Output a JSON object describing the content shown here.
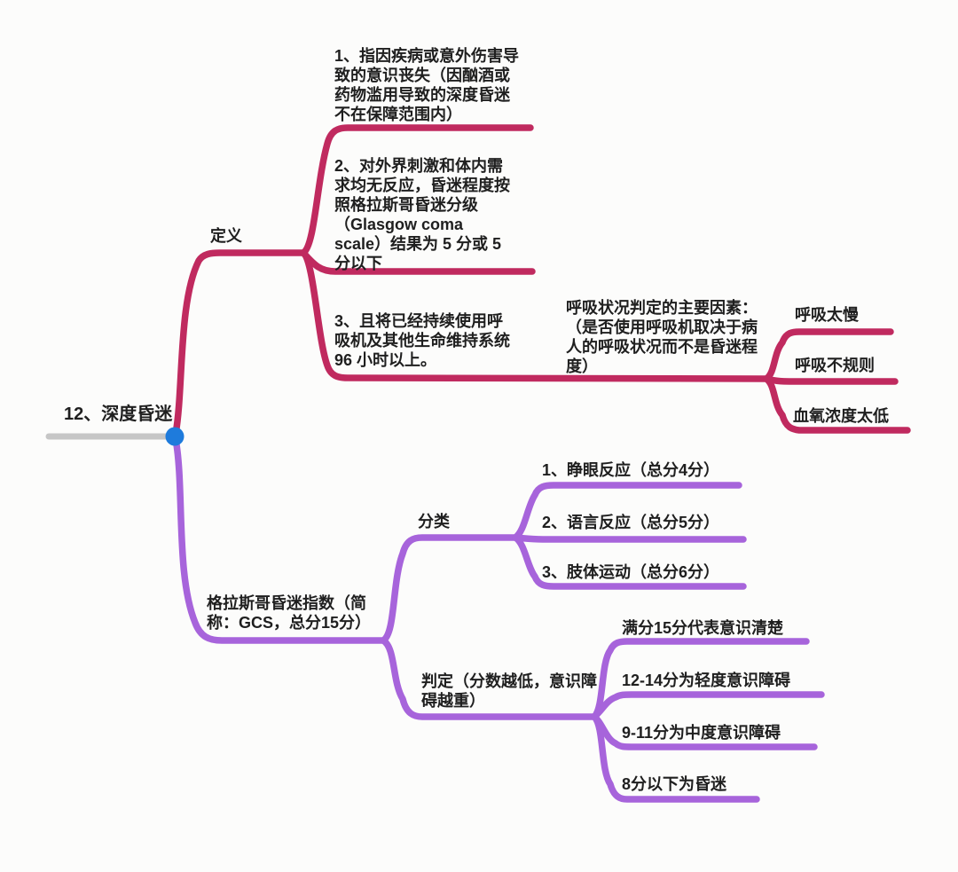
{
  "colors": {
    "definition_branch": "#C02A5F",
    "gcs_branch": "#A764DB",
    "root_connector": "#C6C6C6",
    "root_dot": "#1E7BDC",
    "text": "#1F1F1F",
    "background": "#FCFCFB"
  },
  "root": {
    "label": "12、深度昏迷"
  },
  "branches": [
    {
      "label": "定义",
      "children": [
        {
          "text": "1、指因疾病或意外伤害导\n致的意识丧失（因酗酒或\n药物滥用导致的深度昏迷\n不在保障范围内）"
        },
        {
          "text": "2、对外界刺激和体内需\n求均无反应，昏迷程度按\n照格拉斯哥昏迷分级\n（Glasgow coma\nscale）结果为 5 分或 5\n分以下"
        },
        {
          "text": "3、且将已经持续使用呼\n吸机及其他生命维持系统\n96 小时以上。",
          "children": [
            {
              "text": "呼吸状况判定的主要因素：\n（是否使用呼吸机取决于病\n人的呼吸状况而不是昏迷程\n度）",
              "children": [
                {
                  "text": "呼吸太慢"
                },
                {
                  "text": "呼吸不规则"
                },
                {
                  "text": "血氧浓度太低"
                }
              ]
            }
          ]
        }
      ]
    },
    {
      "label": "格拉斯哥昏迷指数（简\n称：GCS，总分15分）",
      "children": [
        {
          "label": "分类",
          "children": [
            {
              "text": "1、睁眼反应（总分4分）"
            },
            {
              "text": "2、语言反应（总分5分）"
            },
            {
              "text": "3、肢体运动（总分6分）"
            }
          ]
        },
        {
          "label": "判定（分数越低，意识障\n碍越重）",
          "children": [
            {
              "text": "满分15分代表意识清楚"
            },
            {
              "text": "12-14分为轻度意识障碍"
            },
            {
              "text": "9-11分为中度意识障碍"
            },
            {
              "text": "8分以下为昏迷"
            }
          ]
        }
      ]
    }
  ]
}
